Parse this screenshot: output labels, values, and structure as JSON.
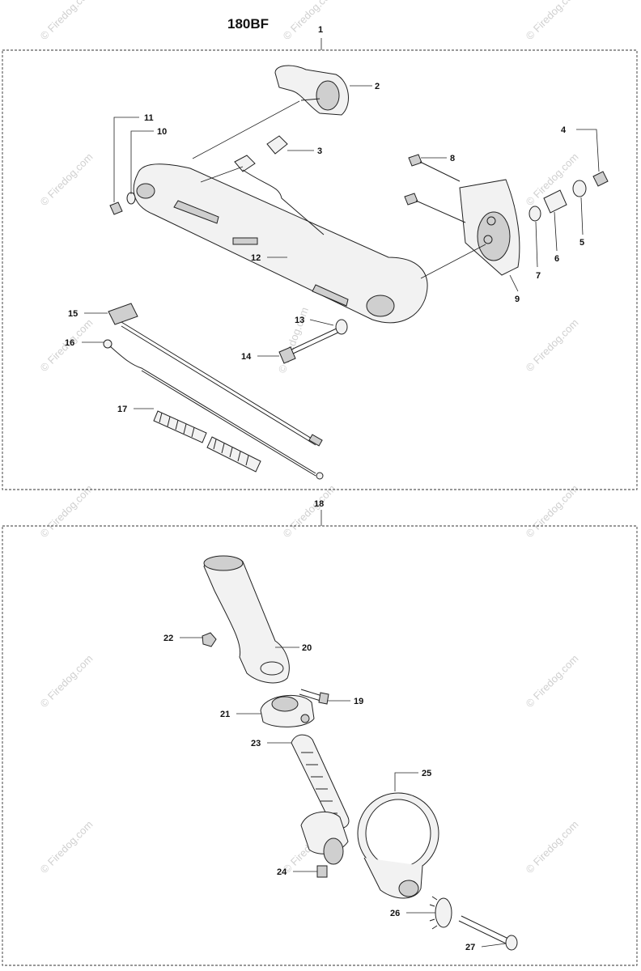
{
  "diagram": {
    "title": "180BF",
    "watermark": "© Firedog.com",
    "groups": [
      {
        "label": "1"
      },
      {
        "label": "18"
      }
    ],
    "callouts": [
      "2",
      "3",
      "4",
      "5",
      "6",
      "7",
      "8",
      "9",
      "10",
      "11",
      "12",
      "13",
      "14",
      "15",
      "16",
      "17",
      "19",
      "20",
      "21",
      "22",
      "23",
      "24",
      "25",
      "26",
      "27"
    ]
  }
}
